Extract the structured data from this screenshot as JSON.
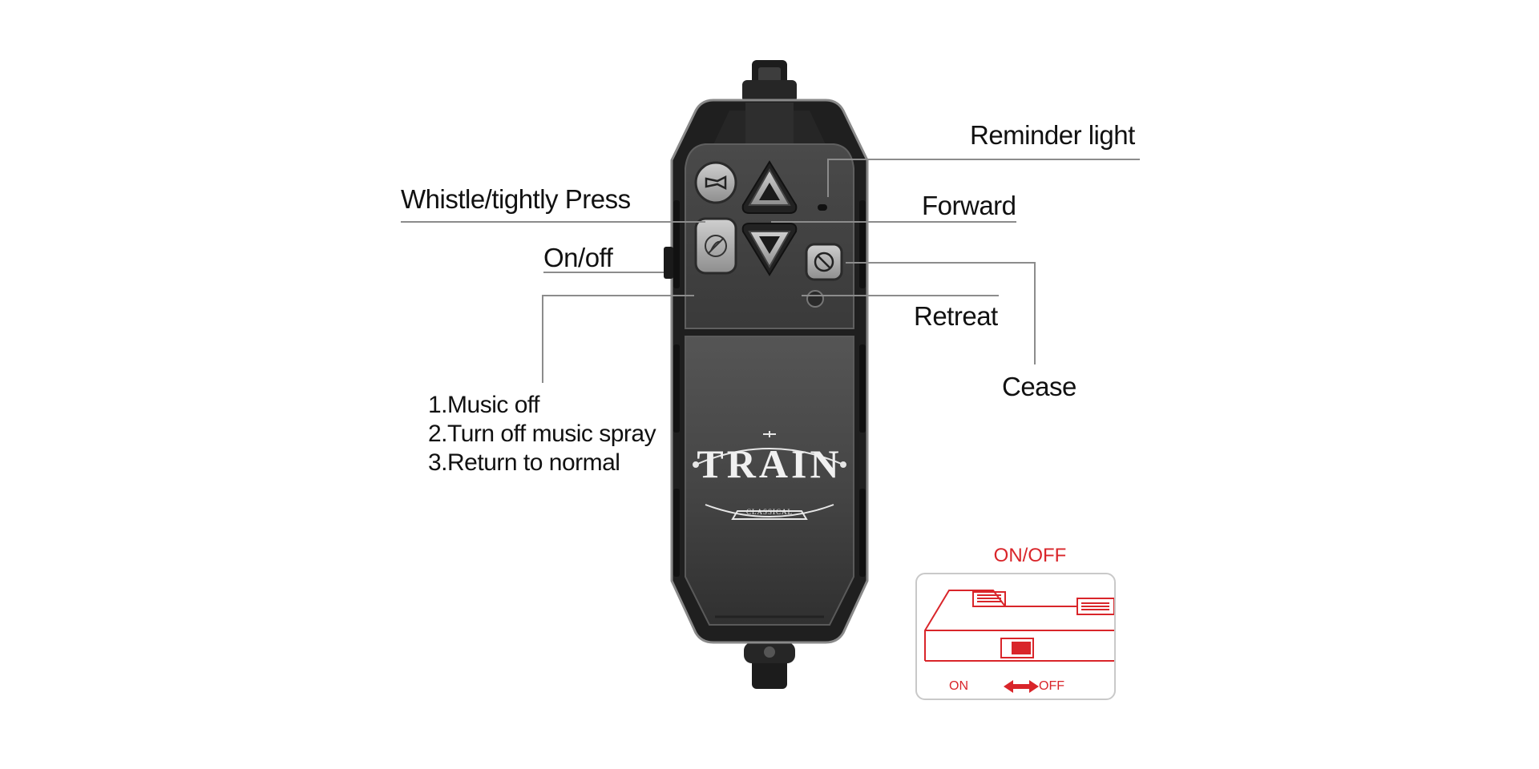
{
  "labels": {
    "reminder_light": "Reminder light",
    "forward": "Forward",
    "whistle": "Whistle/tightly Press",
    "on_off": "On/off",
    "retreat": "Retreat",
    "cease": "Cease",
    "music_lines": [
      "1.Music off",
      "2.Turn off music spray",
      "3.Return to normal"
    ]
  },
  "logo": {
    "main": "TRAIN",
    "sub": "CLASSICAL"
  },
  "inset": {
    "title": "ON/OFF",
    "on": "ON",
    "off": "OFF"
  },
  "colors": {
    "accent_red": "#d9252a",
    "body_dark": "#2a2a2a",
    "leader_gray": "#8c8c8c"
  },
  "icons": {
    "whistle": "horn-icon",
    "music": "music-spray-icon",
    "forward": "triangle-up-icon",
    "retreat": "triangle-down-icon",
    "cease": "stop-icon",
    "reminder": "led-indicator"
  }
}
